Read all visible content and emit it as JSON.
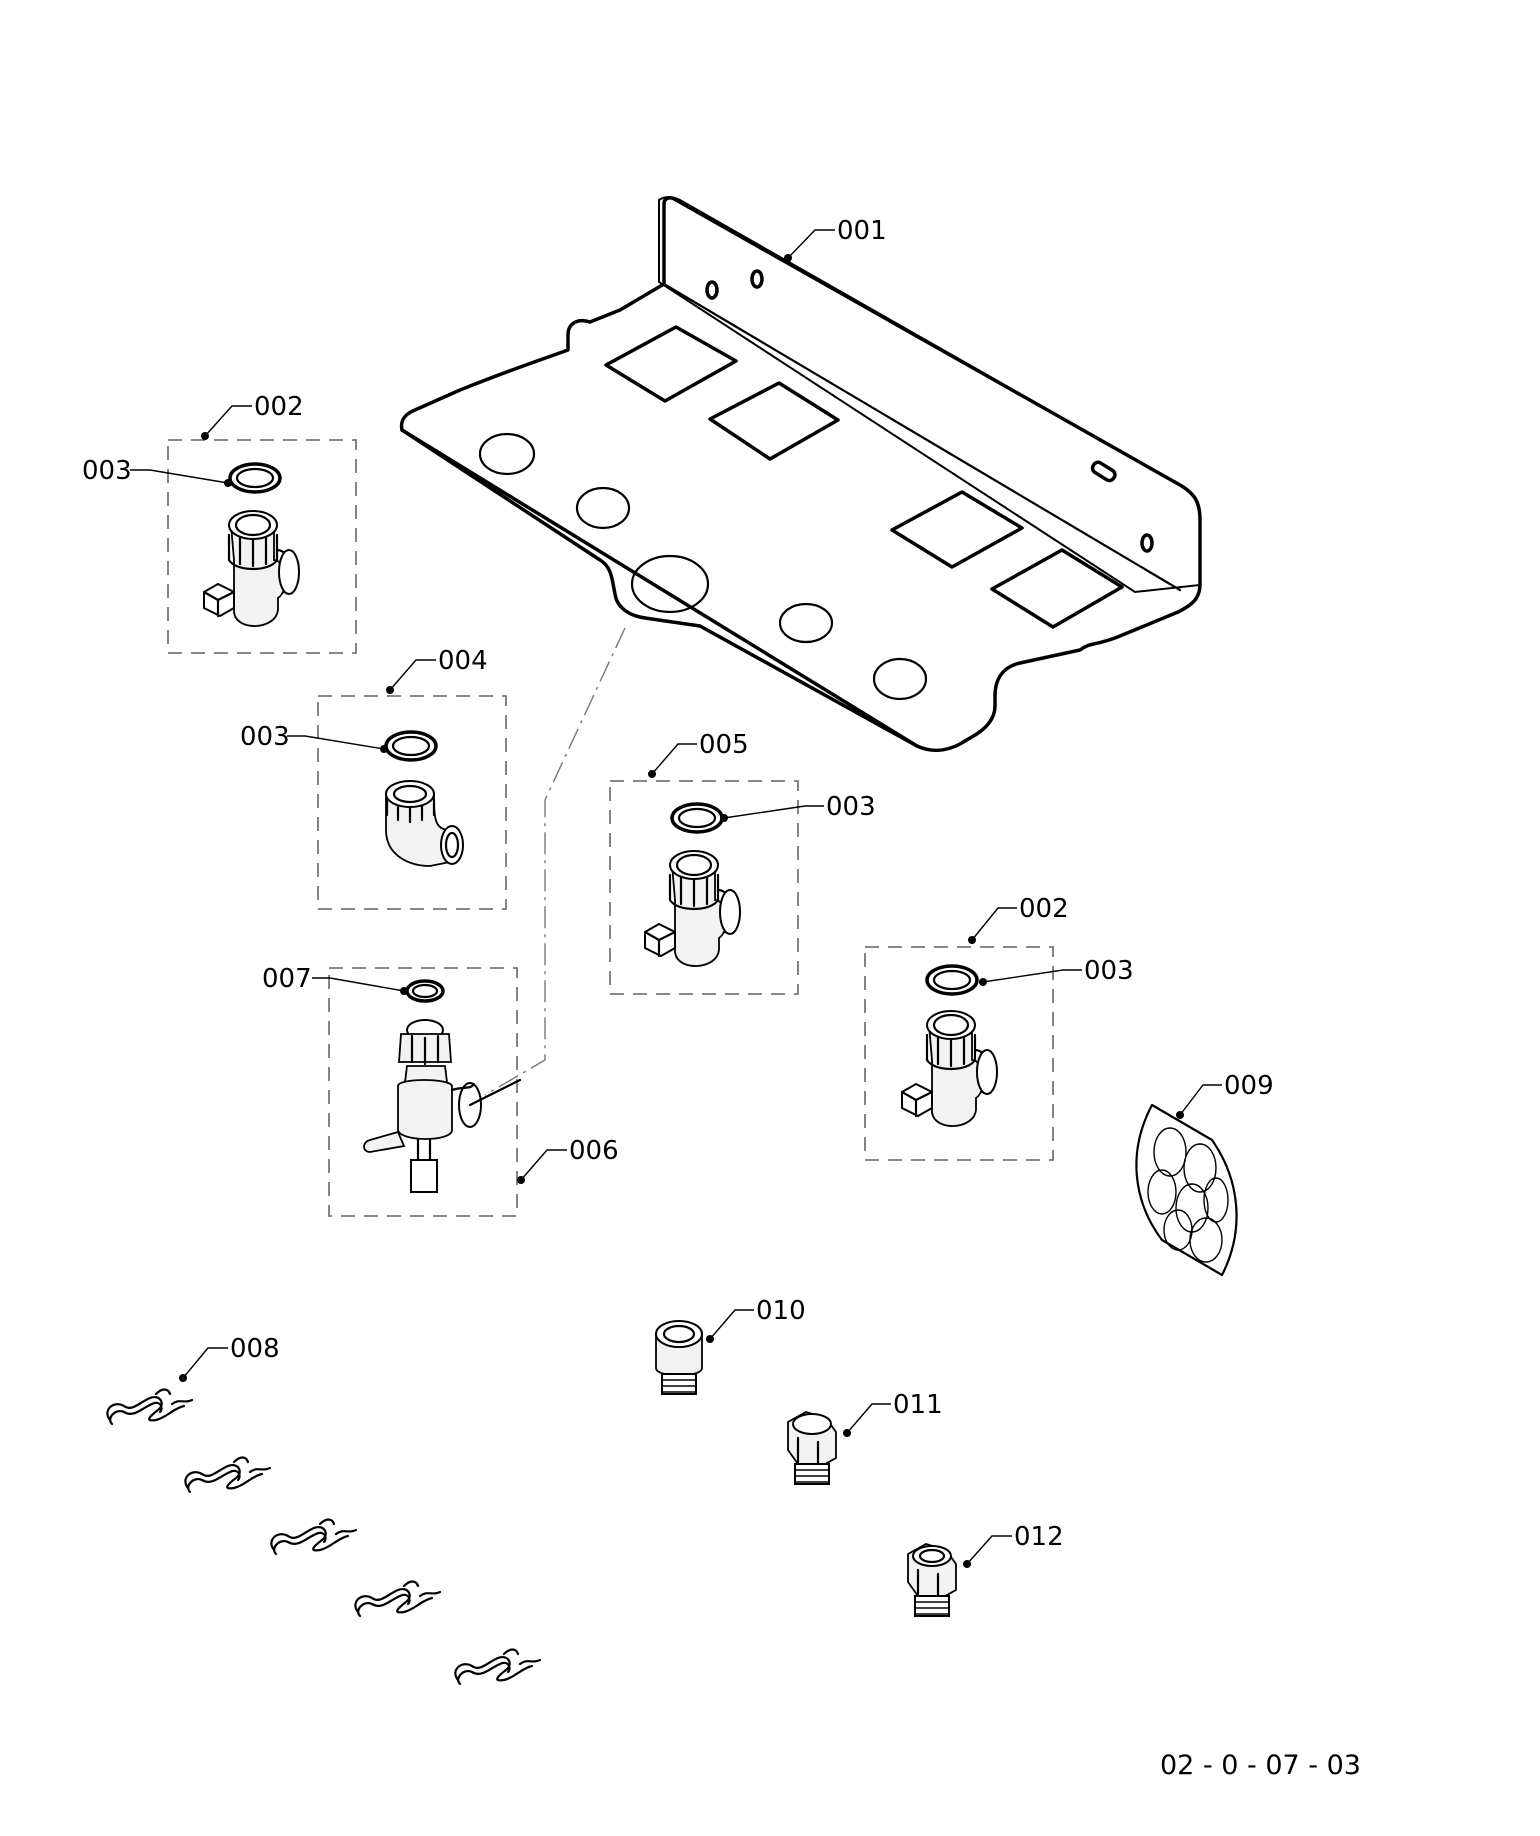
{
  "labels": {
    "p001": "001",
    "p002a": "002",
    "p003a": "003",
    "p004": "004",
    "p003b": "003",
    "p005": "005",
    "p003c": "003",
    "p002b": "002",
    "p003d": "003",
    "p007": "007",
    "p006": "006",
    "p009": "009",
    "p010": "010",
    "p008": "008",
    "p011": "011",
    "p012": "012"
  },
  "reference": "02 - 0 - 07 - 03"
}
